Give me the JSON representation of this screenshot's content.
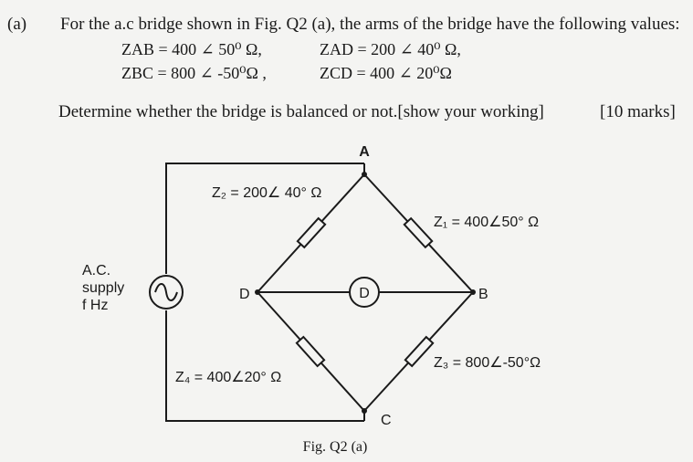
{
  "question": {
    "label": "(a)",
    "intro": "For the a.c bridge shown in Fig. Q2 (a), the arms of the bridge have the following values:",
    "values": {
      "zab": "ZAB = 400 ∠ 50⁰ Ω,",
      "zad": "ZAD = 200 ∠ 40⁰ Ω,",
      "zbc": "ZBC = 800 ∠ -50⁰Ω ,",
      "zcd": "ZCD = 400 ∠ 20⁰Ω"
    },
    "task": "Determine whether the bridge is balanced or not.[show your working]",
    "marks": "[10 marks]"
  },
  "figure": {
    "nodes": {
      "a": "A",
      "b": "B",
      "c": "C",
      "d": "D"
    },
    "detector": "D",
    "supply": {
      "line1": "A.C.",
      "line2": "supply",
      "line3": "f Hz"
    },
    "arms": {
      "z1": "Z₁ = 400∠50° Ω",
      "z2": "Z₂ = 200∠ 40° Ω",
      "z3": "Z₃ = 800∠-50°Ω",
      "z4": "Z₄ = 400∠20° Ω"
    },
    "caption": "Fig. Q2 (a)"
  }
}
